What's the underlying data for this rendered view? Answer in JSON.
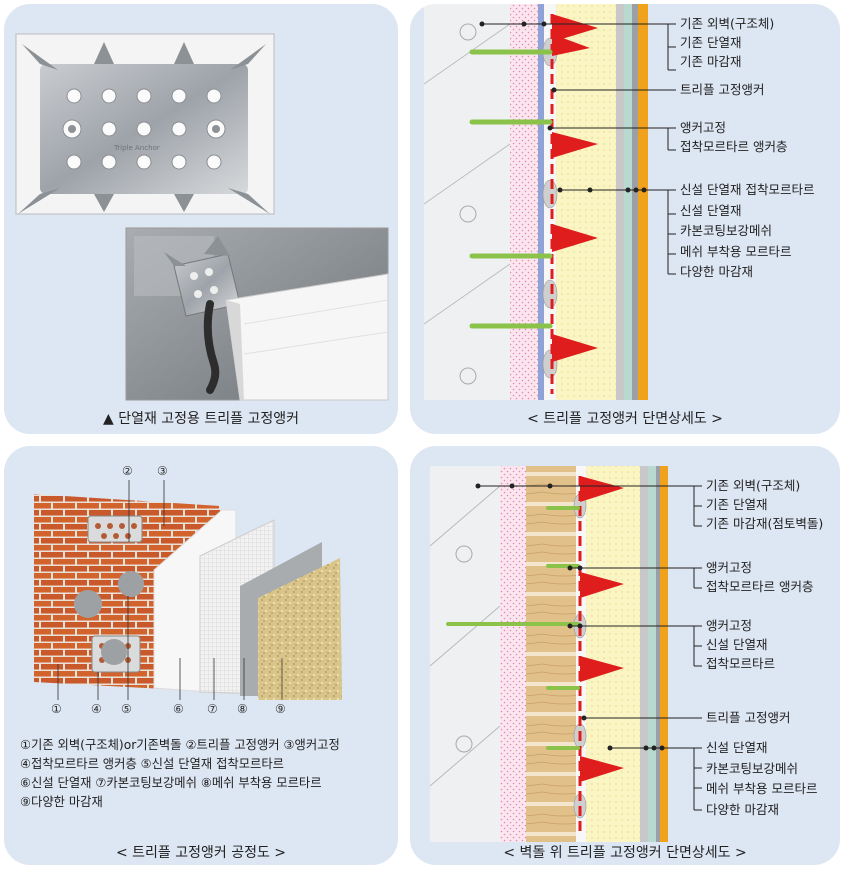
{
  "panel1": {
    "caption": "▲ 단열재 고정용 트리플 고정앵커",
    "anchor_stamp_text": "Triple Anchor"
  },
  "panel2": {
    "caption": "< 트리플 고정앵커 단면상세도 >",
    "labels": {
      "g1": [
        "기존 외벽(구조체)",
        "기존 단열재",
        "기존 마감재"
      ],
      "g2": [
        "트리플 고정앵커"
      ],
      "g3": [
        "앵커고정",
        "접착모르타르 앵커층"
      ],
      "g4": [
        "신설 단열재 접착모르타르",
        "신설 단열재",
        "카본코팅보강메쉬",
        "메쉬 부착용 모르타르",
        "다양한 마감재"
      ]
    }
  },
  "panel3": {
    "caption": "< 트리플 고정앵커 공정도 >",
    "numbers_top": [
      "②",
      "③"
    ],
    "numbers_bottom": [
      "①",
      "④",
      "⑤",
      "⑥",
      "⑦",
      "⑧",
      "⑨"
    ],
    "legend": [
      "①기존 외벽(구조체)or기존벽돌  ②트리플 고정앵커  ③앵커고정",
      "④접착모르타르 앵커층  ⑤신설 단열재 접착모르타르",
      "⑥신설 단열재  ⑦카본코팅보강메쉬  ⑧메쉬 부착용 모르타르",
      "⑨다양한 마감재"
    ]
  },
  "panel4": {
    "caption": "< 벽돌 위 트리플 고정앵커 단면상세도 >",
    "labels": {
      "g1": [
        "기존 외벽(구조체)",
        "기존 단열재",
        "기존 마감재(점토벽돌)"
      ],
      "g2": [
        "앵커고정",
        "접착모르타르 앵커층"
      ],
      "g3": [
        "앵커고정",
        "신설 단열재",
        "접착모르타르"
      ],
      "g4": [
        "트리플 고정앵커"
      ],
      "g5": [
        "신설 단열재",
        "카본코팅보강메쉬",
        "메쉬 부착용 모르타르",
        "다양한 마감재"
      ]
    }
  }
}
